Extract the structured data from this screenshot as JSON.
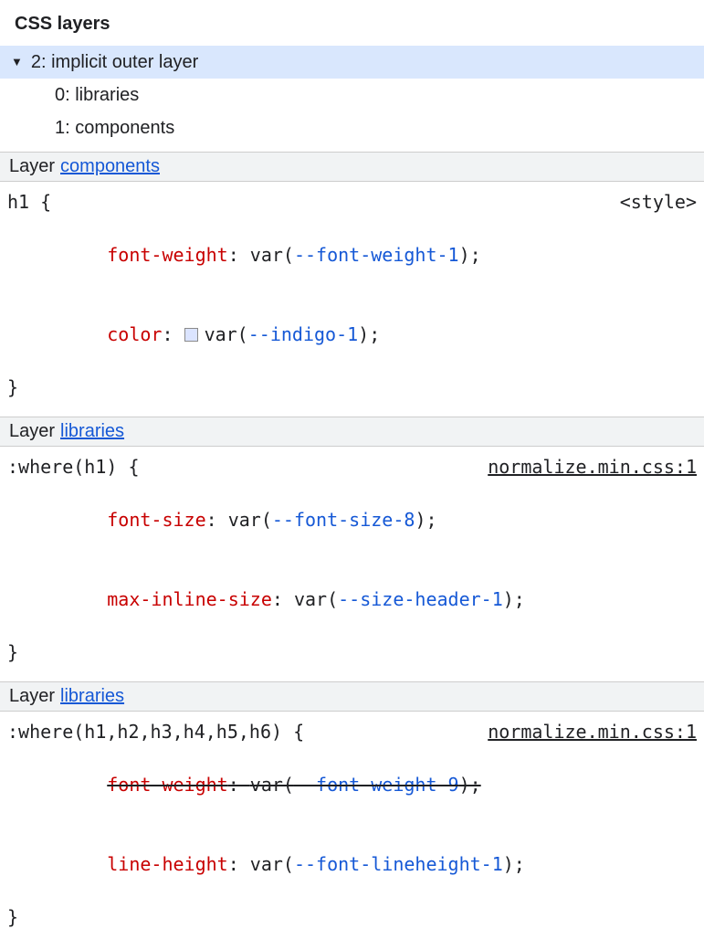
{
  "colors": {
    "link_blue": "#1558d6",
    "property_red": "#c80000",
    "selection_bg": "#d9e7fd",
    "section_bar_bg": "#f1f3f4",
    "swatch_indigo": "#dbe4ff"
  },
  "panel": {
    "title": "CSS layers"
  },
  "tree": {
    "expander_icon": "▼",
    "root_label": "2: implicit outer layer",
    "children": [
      {
        "label": "0: libraries"
      },
      {
        "label": "1: components"
      }
    ]
  },
  "syntax": {
    "colon": ": ",
    "var_open": "var(",
    "var_close": ");"
  },
  "sections": [
    {
      "header_prefix": "Layer",
      "header_link": "components",
      "selector": "h1 {",
      "source": "<style>",
      "close_brace": "}",
      "declarations": [
        {
          "property": "font-weight",
          "var_name": "--font-weight-1",
          "overridden": false
        },
        {
          "property": "color",
          "var_name": "--indigo-1",
          "overridden": false,
          "swatch": true,
          "swatch_style": "background:#dbe4ff"
        }
      ]
    },
    {
      "header_prefix": "Layer",
      "header_link": "libraries",
      "selector": ":where(h1) {",
      "source": "normalize.min.css:1",
      "close_brace": "}",
      "declarations": [
        {
          "property": "font-size",
          "var_name": "--font-size-8",
          "overridden": false
        },
        {
          "property": "max-inline-size",
          "var_name": "--size-header-1",
          "overridden": false
        }
      ]
    },
    {
      "header_prefix": "Layer",
      "header_link": "libraries",
      "selector": ":where(h1,h2,h3,h4,h5,h6) {",
      "source": "normalize.min.css:1",
      "close_brace": "}",
      "declarations": [
        {
          "property": "font-weight",
          "var_name": "--font-weight-9",
          "overridden": true
        },
        {
          "property": "line-height",
          "var_name": "--font-lineheight-1",
          "overridden": false
        }
      ]
    }
  ]
}
